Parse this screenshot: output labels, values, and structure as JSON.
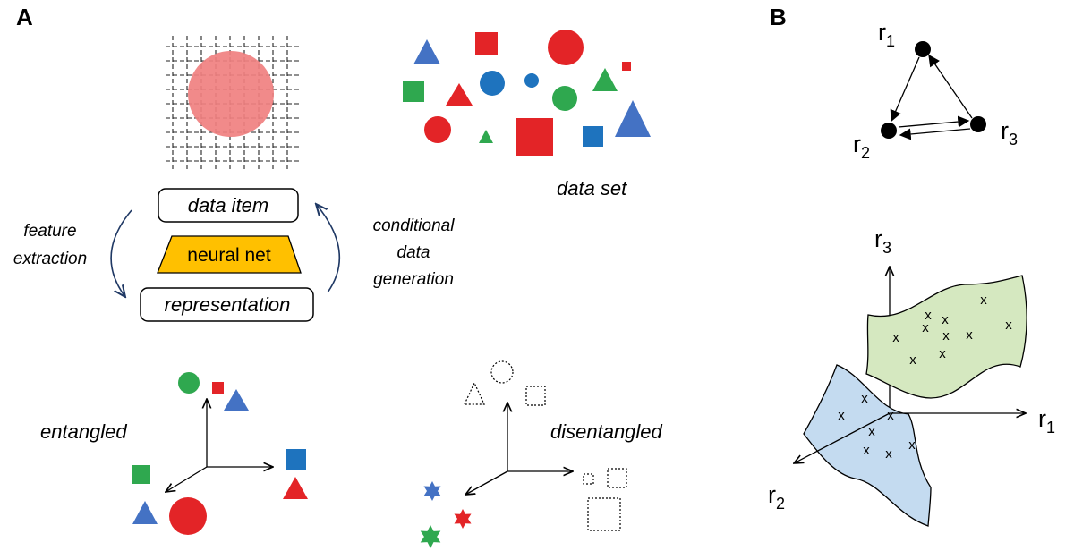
{
  "panel_a": {
    "label": "A",
    "data_set_label": "data set",
    "data_item_label": "data item",
    "neural_net_label": "neural net",
    "representation_label": "representation",
    "feature_extraction": [
      "feature",
      "extraction"
    ],
    "conditional_generation": [
      "conditional",
      "data",
      "generation"
    ],
    "entangled_label": "entangled",
    "disentangled_label": "disentangled"
  },
  "panel_b": {
    "label": "B",
    "node_labels": [
      {
        "main": "r",
        "sub": "1"
      },
      {
        "main": "r",
        "sub": "2"
      },
      {
        "main": "r",
        "sub": "3"
      }
    ],
    "axis_labels": [
      {
        "main": "r",
        "sub": "3"
      },
      {
        "main": "r",
        "sub": "1"
      },
      {
        "main": "r",
        "sub": "2"
      }
    ],
    "point_marker": "x"
  },
  "colors": {
    "red": "#e32427",
    "blue": "#1e73be",
    "steel_blue": "#4472c4",
    "green": "#2fa84f",
    "salmon": "#f08080",
    "orange": "#ffc000",
    "light_green": "#d5e8c0",
    "light_blue": "#c4dbf0",
    "navy": "#1f3864"
  },
  "icons": [
    "dashed-grid-icon",
    "red-circle-icon",
    "triangle-icon",
    "square-icon",
    "circle-icon",
    "star-icon",
    "axes-icon",
    "manifold-surface-icon"
  ]
}
